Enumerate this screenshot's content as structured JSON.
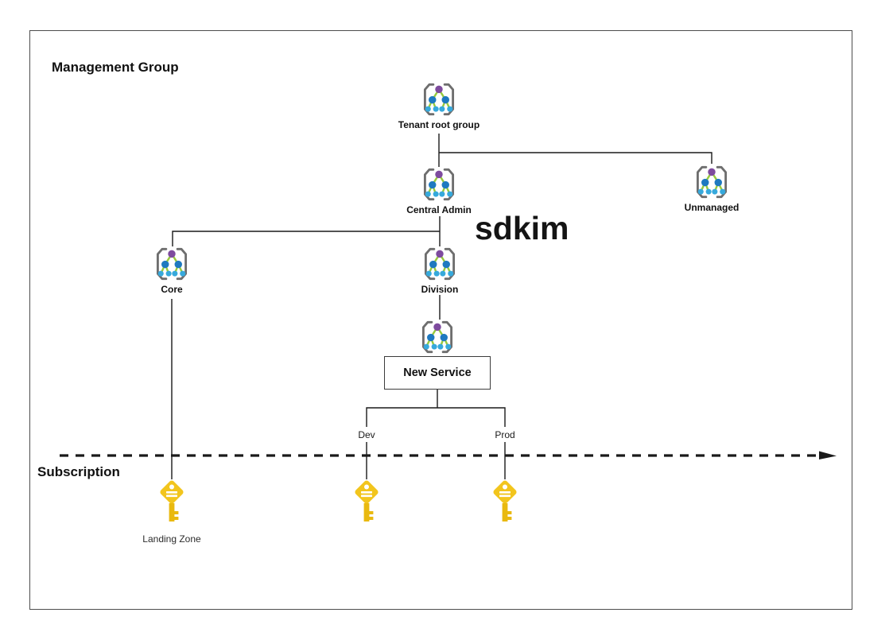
{
  "frame": {
    "management_group_label": "Management Group",
    "subscription_label": "Subscription"
  },
  "nodes": {
    "tenant_root": {
      "label": "Tenant root group",
      "icon": "management-group-icon"
    },
    "central_admin": {
      "label": "Central Admin",
      "icon": "management-group-icon"
    },
    "unmanaged": {
      "label": "Unmanaged",
      "icon": "management-group-icon"
    },
    "core": {
      "label": "Core",
      "icon": "management-group-icon"
    },
    "division": {
      "label": "Division",
      "icon": "management-group-icon"
    },
    "new_service": {
      "label": "New Service",
      "icon": "management-group-icon"
    }
  },
  "annotation": {
    "text": "sdkim"
  },
  "subscriptions": {
    "dev_label": "Dev",
    "prod_label": "Prod",
    "landing_zone_label": "Landing Zone",
    "key_icon": "subscription-key-icon"
  },
  "colors": {
    "bracket_gray": "#6E6E6E",
    "node_purple": "#7E4B9E",
    "node_blue": "#1E79C0",
    "node_cyan": "#36A9DC",
    "link_green": "#97CA3D",
    "key_gold": "#F2C51D",
    "key_gold_dark": "#E9B90F",
    "connector_black": "#1A1A1A",
    "frame_border_gray": "#4D4D4D"
  }
}
